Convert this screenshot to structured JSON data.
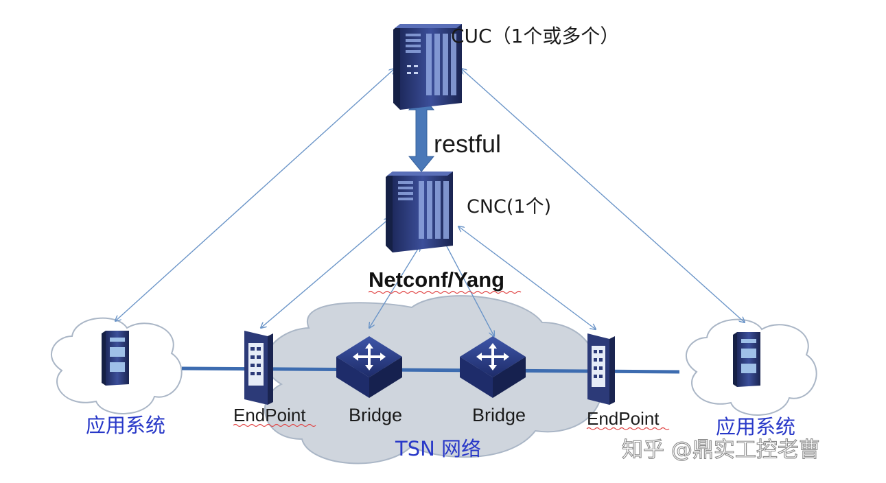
{
  "nodes": {
    "cuc": {
      "label": "CUC（1个或多个）"
    },
    "cnc": {
      "label": "CNC(1个)"
    },
    "endpoint_left": {
      "label": "EndPoint"
    },
    "endpoint_right": {
      "label": "EndPoint"
    },
    "bridge_left": {
      "label": "Bridge"
    },
    "bridge_right": {
      "label": "Bridge"
    },
    "app_left": {
      "label": "应用系统"
    },
    "app_right": {
      "label": "应用系统"
    }
  },
  "links": {
    "cuc_cnc": {
      "label": "restful"
    },
    "cnc_network": {
      "label": "Netconf/Yang"
    }
  },
  "network": {
    "label": "TSN 网络"
  },
  "watermark": {
    "text": "知乎 @鼎实工控老曹"
  },
  "colors": {
    "arrow": "#6b95c8",
    "thick_arrow": "#4a78b8",
    "cloud_fill": "#cfd5dd",
    "cloud_stroke": "#aab6c6",
    "app_text": "#2838c8",
    "device_dark": "#2c3a78",
    "bus": "#3d6cb0"
  }
}
